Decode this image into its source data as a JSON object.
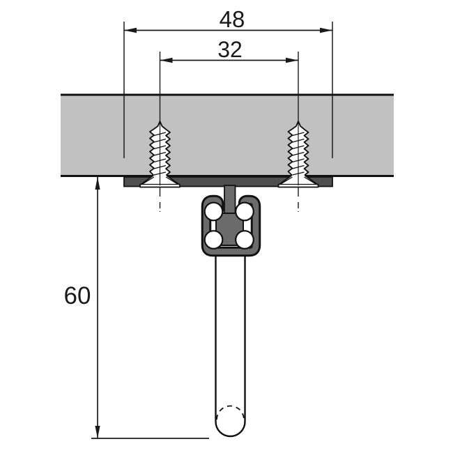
{
  "drawing": {
    "type": "technical-cross-section",
    "dimensions": {
      "outer_width": {
        "label": "48",
        "meaning": "mounting plate overall width"
      },
      "screw_spacing": {
        "label": "32",
        "meaning": "screw hole spacing"
      },
      "drop_height": {
        "label": "60",
        "meaning": "height from panel underside to rod end"
      }
    },
    "components": [
      "mounting-panel",
      "mounting-plate",
      "screw-left",
      "screw-right",
      "track-profile",
      "roller-top-left",
      "roller-top-right",
      "roller-bottom-left",
      "roller-bottom-right",
      "hanging-rod"
    ],
    "colors": {
      "background": "#ffffff",
      "panel": "#c1c1c1",
      "plate": "#4f4f4f",
      "profile": "#6b6b6b",
      "line": "#111111",
      "screw_fill": "#ffffff"
    }
  }
}
